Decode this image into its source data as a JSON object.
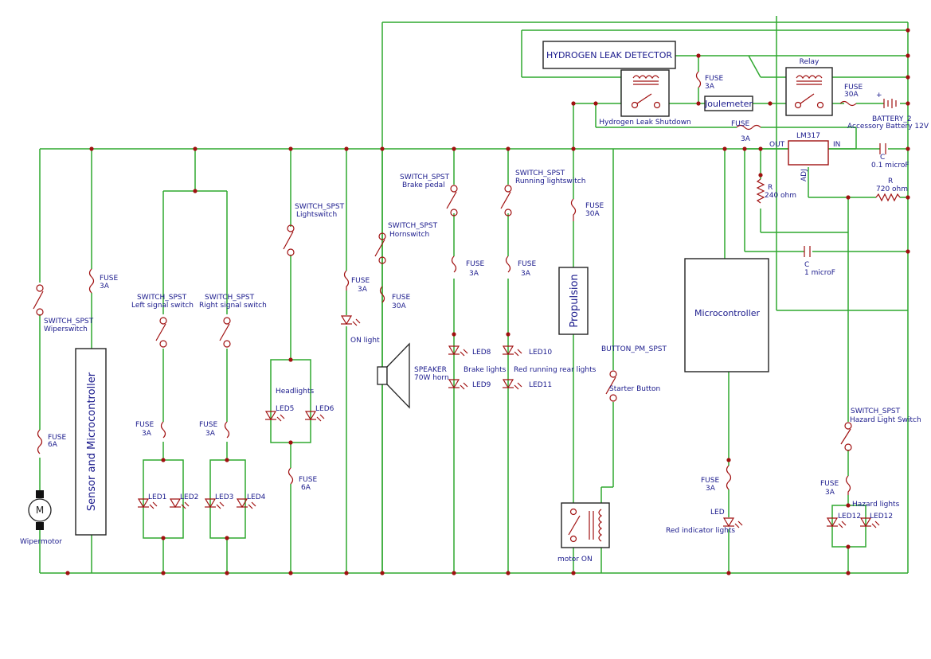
{
  "title_block": "HYDROGEN LEAK DETECTOR",
  "labels": {
    "hld_shutdown": "Hydrogen Leak Shutdown",
    "relay": "Relay",
    "joulemeter": "Joulemeter",
    "fuse_word": "FUSE",
    "fuse_hld": "3A",
    "fuse_relay": "30A",
    "fuse_reg": "3A",
    "battery_name": "BATTERY_2",
    "battery_desc": "Accessory Battery 12V",
    "lm317": "LM317",
    "lm_out": "OUT",
    "lm_in": "IN",
    "lm_adj": "ADJ",
    "cap_c": "C",
    "cap1_val": "0.1 microF",
    "cap2_val": "1 microF",
    "res_r": "R",
    "res1_val": "240 ohm",
    "res2_val": "720 ohm",
    "switch_spst": "SWITCH_SPST",
    "wiperswitch": "Wiperswitch",
    "fuse_wiper_top": "3A",
    "fuse_wiper": "6A",
    "wipermotor": "Wipermotor",
    "motor_m": "M",
    "sensor_mc": "Sensor and Microcontroller",
    "left_signal": "Left signal switch",
    "right_signal": "Right signal switch",
    "fuse_left": "3A",
    "fuse_right": "3A",
    "led1": "LED1",
    "led2": "LED2",
    "led3": "LED3",
    "led4": "LED4",
    "lightswitch": "Lightswitch",
    "headlights": "Headlights",
    "led5": "LED5",
    "led6": "LED6",
    "fuse_head": "6A",
    "fuse_on": "3A",
    "on_light": "ON light",
    "hornswitch": "Hornswitch",
    "fuse_horn": "30A",
    "speaker": "SPEAKER",
    "speaker_desc": "70W horn",
    "brake_pedal": "Brake pedal",
    "fuse_brake": "3A",
    "led8": "LED8",
    "led9": "LED9",
    "brake_lights": "Brake lights",
    "running_switch": "Running lightswitch",
    "fuse_running": "3A",
    "led10": "LED10",
    "led11": "LED11",
    "red_running": "Red running rear lights",
    "fuse_prop": "30A",
    "propulsion": "Propulsion",
    "motor_on": "motor ON",
    "button_pm": "BUTTON_PM_SPST",
    "starter_button": "Starter Button",
    "microcontroller": "Microcontroller",
    "fuse_ind": "3A",
    "led": "LED",
    "red_indicator": "Red indicator lights",
    "hazard_switch": "Hazard Light Switch",
    "fuse_hazard": "3A",
    "hazard_lights": "Hazard lights",
    "led12": "LED12"
  }
}
